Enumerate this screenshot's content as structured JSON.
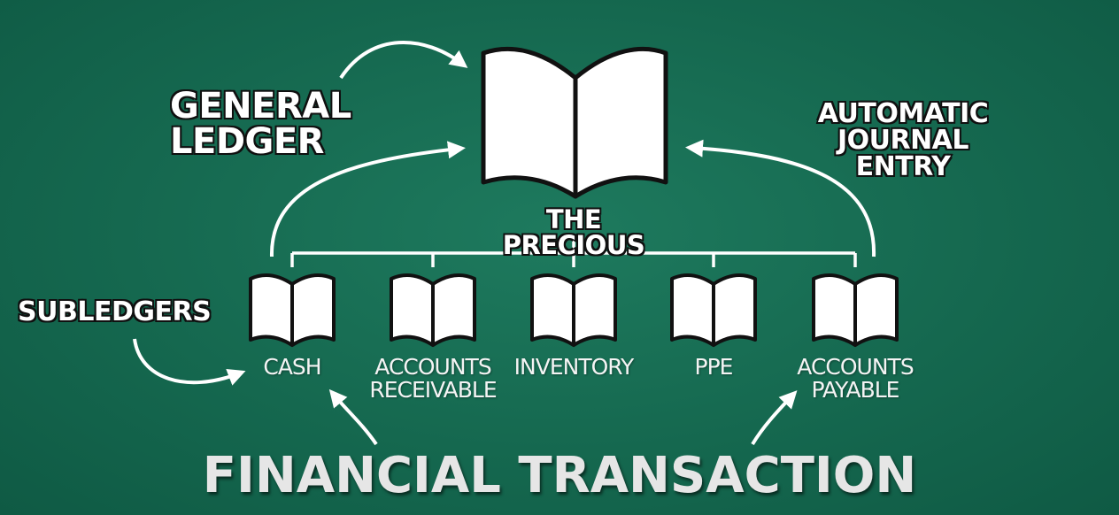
{
  "labels": {
    "general_ledger": "GENERAL LEDGER",
    "general_ledger_line1": "GENERAL",
    "general_ledger_line2": "LEDGER",
    "automatic_journal_line1": "AUTOMATIC",
    "automatic_journal_line2": "JOURNAL",
    "automatic_journal_line3": "ENTRY",
    "main_book": "THE PRECIOUS",
    "subledgers": "SUBLEDGERS",
    "financial_transaction": "FINANCIAL TRANSACTION"
  },
  "subledgers": [
    {
      "line1": "CASH",
      "line2": ""
    },
    {
      "line1": "ACCOUNTS",
      "line2": "RECEIVABLE"
    },
    {
      "line1": "INVENTORY",
      "line2": ""
    },
    {
      "line1": "PPE",
      "line2": ""
    },
    {
      "line1": "ACCOUNTS",
      "line2": "PAYABLE"
    }
  ],
  "colors": {
    "background": "#15684f",
    "text": "#ffffff",
    "outline": "#111111"
  },
  "icons": [
    "open-book-icon",
    "arrow-icon"
  ]
}
